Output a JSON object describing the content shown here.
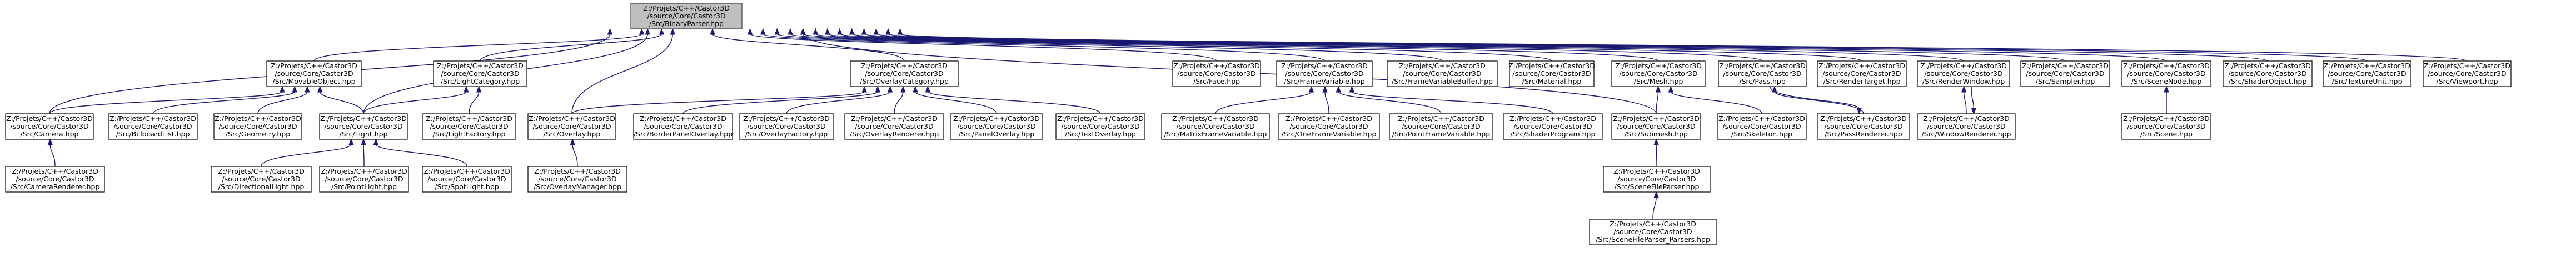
{
  "colors": {
    "edge": "#191970",
    "node_fill": "#ffffff",
    "root_fill": "#bfbfbf",
    "node_border": "#000000"
  },
  "nodes": [
    {
      "id": "root",
      "lines": [
        "Z:/Projets/C++/Castor3D",
        "/source/Core/Castor3D",
        "/Src/BinaryParser.hpp"
      ]
    },
    {
      "id": "movable",
      "lines": [
        "Z:/Projets/C++/Castor3D",
        "/source/Core/Castor3D",
        "/Src/MovableObject.hpp"
      ]
    },
    {
      "id": "lightcat",
      "lines": [
        "Z:/Projets/C++/Castor3D",
        "/source/Core/Castor3D",
        "/Src/LightCategory.hpp"
      ]
    },
    {
      "id": "overlaycat",
      "lines": [
        "Z:/Projets/C++/Castor3D",
        "/source/Core/Castor3D",
        "/Src/OverlayCategory.hpp"
      ]
    },
    {
      "id": "face",
      "lines": [
        "Z:/Projets/C++/Castor3D",
        "/source/Core/Castor3D",
        "/Src/Face.hpp"
      ]
    },
    {
      "id": "framevar",
      "lines": [
        "Z:/Projets/C++/Castor3D",
        "/source/Core/Castor3D",
        "/Src/FrameVariable.hpp"
      ]
    },
    {
      "id": "fvbuffer",
      "lines": [
        "Z:/Projets/C++/Castor3D",
        "/source/Core/Castor3D",
        "/Src/FrameVariableBuffer.hpp"
      ]
    },
    {
      "id": "material",
      "lines": [
        "Z:/Projets/C++/Castor3D",
        "/source/Core/Castor3D",
        "/Src/Material.hpp"
      ]
    },
    {
      "id": "mesh",
      "lines": [
        "Z:/Projets/C++/Castor3D",
        "/source/Core/Castor3D",
        "/Src/Mesh.hpp"
      ]
    },
    {
      "id": "pass",
      "lines": [
        "Z:/Projets/C++/Castor3D",
        "/source/Core/Castor3D",
        "/Src/Pass.hpp"
      ]
    },
    {
      "id": "rtarget",
      "lines": [
        "Z:/Projets/C++/Castor3D",
        "/source/Core/Castor3D",
        "/Src/RenderTarget.hpp"
      ]
    },
    {
      "id": "rwindow",
      "lines": [
        "Z:/Projets/C++/Castor3D",
        "/source/Core/Castor3D",
        "/Src/RenderWindow.hpp"
      ]
    },
    {
      "id": "sampler",
      "lines": [
        "Z:/Projets/C++/Castor3D",
        "/source/Core/Castor3D",
        "/Src/Sampler.hpp"
      ]
    },
    {
      "id": "scenenode",
      "lines": [
        "Z:/Projets/C++/Castor3D",
        "/source/Core/Castor3D",
        "/Src/SceneNode.hpp"
      ]
    },
    {
      "id": "shaderobj",
      "lines": [
        "Z:/Projets/C++/Castor3D",
        "/source/Core/Castor3D",
        "/Src/ShaderObject.hpp"
      ]
    },
    {
      "id": "texunit",
      "lines": [
        "Z:/Projets/C++/Castor3D",
        "/source/Core/Castor3D",
        "/Src/TextureUnit.hpp"
      ]
    },
    {
      "id": "viewport",
      "lines": [
        "Z:/Projets/C++/Castor3D",
        "/source/Core/Castor3D",
        "/Src/Viewport.hpp"
      ]
    },
    {
      "id": "camera",
      "lines": [
        "Z:/Projets/C++/Castor3D",
        "/source/Core/Castor3D",
        "/Src/Camera.hpp"
      ]
    },
    {
      "id": "billboard",
      "lines": [
        "Z:/Projets/C++/Castor3D",
        "/source/Core/Castor3D",
        "/Src/BillboardList.hpp"
      ]
    },
    {
      "id": "geometry",
      "lines": [
        "Z:/Projets/C++/Castor3D",
        "/source/Core/Castor3D",
        "/Src/Geometry.hpp"
      ]
    },
    {
      "id": "light",
      "lines": [
        "Z:/Projets/C++/Castor3D",
        "/source/Core/Castor3D",
        "/Src/Light.hpp"
      ]
    },
    {
      "id": "lightfactory",
      "lines": [
        "Z:/Projets/C++/Castor3D",
        "/source/Core/Castor3D",
        "/Src/LightFactory.hpp"
      ]
    },
    {
      "id": "overlay",
      "lines": [
        "Z:/Projets/C++/Castor3D",
        "/source/Core/Castor3D",
        "/Src/Overlay.hpp"
      ]
    },
    {
      "id": "borderpanel",
      "lines": [
        "Z:/Projets/C++/Castor3D",
        "/source/Core/Castor3D",
        "/Src/BorderPanelOverlay.hpp"
      ]
    },
    {
      "id": "overlayfactory",
      "lines": [
        "Z:/Projets/C++/Castor3D",
        "/source/Core/Castor3D",
        "/Src/OverlayFactory.hpp"
      ]
    },
    {
      "id": "overlayrenderer",
      "lines": [
        "Z:/Projets/C++/Castor3D",
        "/source/Core/Castor3D",
        "/Src/OverlayRenderer.hpp"
      ]
    },
    {
      "id": "panel",
      "lines": [
        "Z:/Projets/C++/Castor3D",
        "/source/Core/Castor3D",
        "/Src/PanelOverlay.hpp"
      ]
    },
    {
      "id": "text",
      "lines": [
        "Z:/Projets/C++/Castor3D",
        "/source/Core/Castor3D",
        "/Src/TextOverlay.hpp"
      ]
    },
    {
      "id": "matrixfv",
      "lines": [
        "Z:/Projets/C++/Castor3D",
        "/source/Core/Castor3D",
        "/Src/MatrixFrameVariable.hpp"
      ]
    },
    {
      "id": "onefv",
      "lines": [
        "Z:/Projets/C++/Castor3D",
        "/source/Core/Castor3D",
        "/Src/OneFrameVariable.hpp"
      ]
    },
    {
      "id": "pointfv",
      "lines": [
        "Z:/Projets/C++/Castor3D",
        "/source/Core/Castor3D",
        "/Src/PointFrameVariable.hpp"
      ]
    },
    {
      "id": "shaderprog",
      "lines": [
        "Z:/Projets/C++/Castor3D",
        "/source/Core/Castor3D",
        "/Src/ShaderProgram.hpp"
      ]
    },
    {
      "id": "submesh",
      "lines": [
        "Z:/Projets/C++/Castor3D",
        "/source/Core/Castor3D",
        "/Src/Submesh.hpp"
      ]
    },
    {
      "id": "skeleton",
      "lines": [
        "Z:/Projets/C++/Castor3D",
        "/source/Core/Castor3D",
        "/Src/Skeleton.hpp"
      ]
    },
    {
      "id": "passrenderer",
      "lines": [
        "Z:/Projets/C++/Castor3D",
        "/source/Core/Castor3D",
        "/Src/PassRenderer.hpp"
      ]
    },
    {
      "id": "wrenderer",
      "lines": [
        "Z:/Projets/C++/Castor3D",
        "/source/Core/Castor3D",
        "/Src/WindowRenderer.hpp"
      ]
    },
    {
      "id": "scene",
      "lines": [
        "Z:/Projets/C++/Castor3D",
        "/source/Core/Castor3D",
        "/Src/Scene.hpp"
      ]
    },
    {
      "id": "camrenderer",
      "lines": [
        "Z:/Projets/C++/Castor3D",
        "/source/Core/Castor3D",
        "/Src/CameraRenderer.hpp"
      ]
    },
    {
      "id": "dirlight",
      "lines": [
        "Z:/Projets/C++/Castor3D",
        "/source/Core/Castor3D",
        "/Src/DirectionalLight.hpp"
      ]
    },
    {
      "id": "pointlight",
      "lines": [
        "Z:/Projets/C++/Castor3D",
        "/source/Core/Castor3D",
        "/Src/PointLight.hpp"
      ]
    },
    {
      "id": "spotlight",
      "lines": [
        "Z:/Projets/C++/Castor3D",
        "/source/Core/Castor3D",
        "/Src/SpotLight.hpp"
      ]
    },
    {
      "id": "overlaymgr",
      "lines": [
        "Z:/Projets/C++/Castor3D",
        "/source/Core/Castor3D",
        "/Src/OverlayManager.hpp"
      ]
    },
    {
      "id": "scenefileparser",
      "lines": [
        "Z:/Projets/C++/Castor3D",
        "/source/Core/Castor3D",
        "/Src/SceneFileParser.hpp"
      ]
    },
    {
      "id": "sfpparsers",
      "lines": [
        "Z:/Projets/C++/Castor3D",
        "/source/Core/Castor3D",
        "/Src/SceneFileParser_Parsers.hpp"
      ]
    }
  ],
  "edges": [
    [
      "root",
      "movable"
    ],
    [
      "root",
      "lightcat"
    ],
    [
      "root",
      "overlaycat"
    ],
    [
      "root",
      "face"
    ],
    [
      "root",
      "framevar"
    ],
    [
      "root",
      "fvbuffer"
    ],
    [
      "root",
      "material"
    ],
    [
      "root",
      "mesh"
    ],
    [
      "root",
      "pass"
    ],
    [
      "root",
      "rtarget"
    ],
    [
      "root",
      "rwindow"
    ],
    [
      "root",
      "sampler"
    ],
    [
      "root",
      "scenenode"
    ],
    [
      "root",
      "shaderobj"
    ],
    [
      "root",
      "texunit"
    ],
    [
      "root",
      "viewport"
    ],
    [
      "root",
      "camera"
    ],
    [
      "root",
      "light"
    ],
    [
      "root",
      "overlay"
    ],
    [
      "root",
      "submesh"
    ],
    [
      "movable",
      "camera"
    ],
    [
      "movable",
      "billboard"
    ],
    [
      "movable",
      "geometry"
    ],
    [
      "movable",
      "light"
    ],
    [
      "lightcat",
      "light"
    ],
    [
      "lightcat",
      "lightfactory"
    ],
    [
      "overlaycat",
      "overlay"
    ],
    [
      "overlaycat",
      "borderpanel"
    ],
    [
      "overlaycat",
      "overlayfactory"
    ],
    [
      "overlaycat",
      "overlayrenderer"
    ],
    [
      "overlaycat",
      "panel"
    ],
    [
      "overlaycat",
      "text"
    ],
    [
      "framevar",
      "matrixfv"
    ],
    [
      "framevar",
      "onefv"
    ],
    [
      "framevar",
      "pointfv"
    ],
    [
      "framevar",
      "shaderprog"
    ],
    [
      "mesh",
      "submesh"
    ],
    [
      "mesh",
      "skeleton"
    ],
    [
      "pass",
      "passrenderer"
    ],
    [
      "passrenderer",
      "pass"
    ],
    [
      "rwindow",
      "wrenderer"
    ],
    [
      "wrenderer",
      "rwindow"
    ],
    [
      "scenenode",
      "scene"
    ],
    [
      "camera",
      "camrenderer"
    ],
    [
      "light",
      "dirlight"
    ],
    [
      "light",
      "pointlight"
    ],
    [
      "light",
      "spotlight"
    ],
    [
      "overlay",
      "overlaymgr"
    ],
    [
      "submesh",
      "scenefileparser"
    ],
    [
      "scenefileparser",
      "sfpparsers"
    ]
  ]
}
